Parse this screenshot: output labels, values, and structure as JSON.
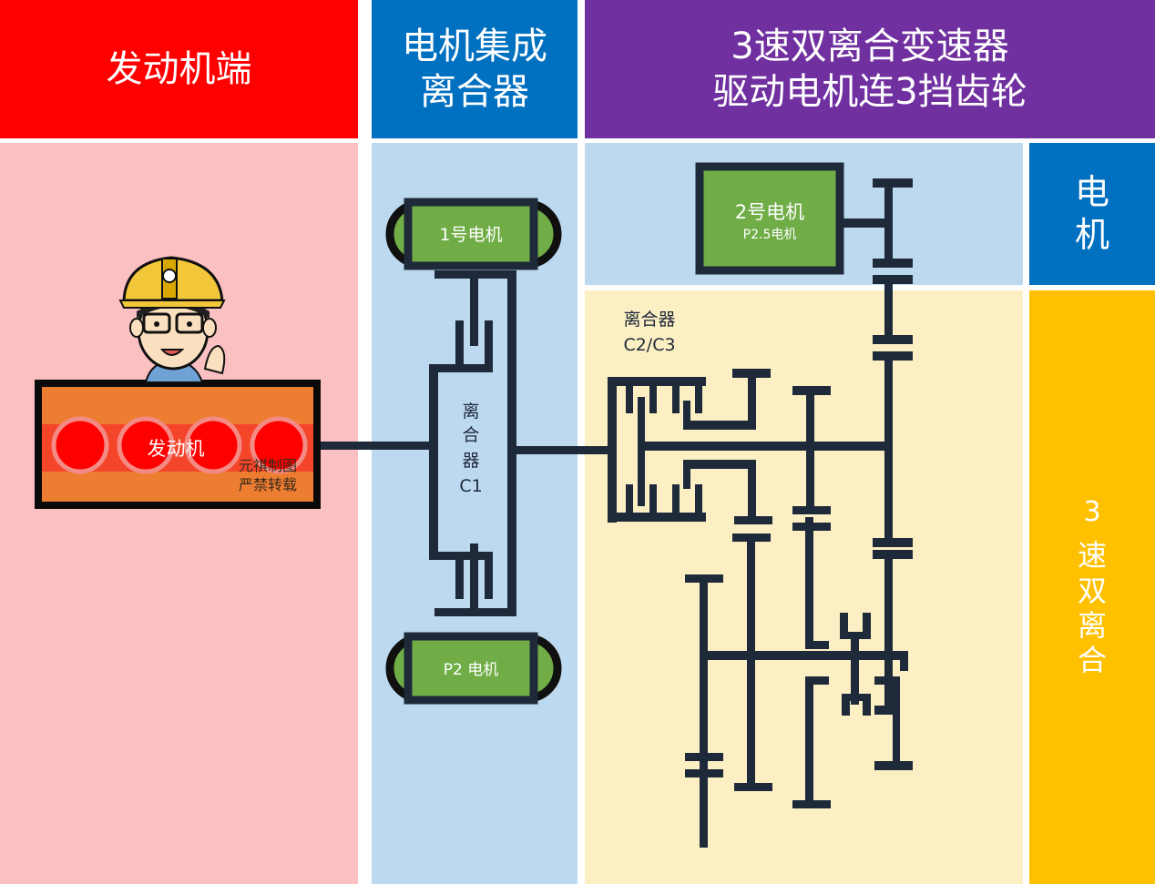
{
  "colors": {
    "engine_header": "#fe0000",
    "engine_panel": "#fbc0c2",
    "motor_header": "#0070c0",
    "motor_panel": "#bdd9ef",
    "gearbox_header": "#7030a0",
    "gearbox_panel": "#fcefc3",
    "side_motor": "#0070c0",
    "side_dct": "#ffc000",
    "line": "#1e2a3a",
    "motor_fill": "#70ad47",
    "engine_fill": "#ed7d31",
    "cylinder": "#ff0000"
  },
  "headers": {
    "engine_end": "发动机端",
    "motor_clutch": [
      "电机集成",
      "离合器"
    ],
    "gearbox": [
      "3速双离合变速器",
      "驱动电机连3挡齿轮"
    ]
  },
  "side_labels": {
    "motor": [
      "电",
      "机"
    ],
    "dct": [
      "3",
      "速",
      "双",
      "离",
      "合"
    ]
  },
  "engine": {
    "label": "发动机",
    "watermark": [
      "元祺制图",
      "严禁转载"
    ],
    "mascot": "engineer-mascot"
  },
  "motors": {
    "motor1": "1号电机",
    "p2": "P2 电机",
    "motor2_title": "2号电机",
    "motor2_sub": "P2.5电机"
  },
  "clutches": {
    "c1": [
      "离",
      "合",
      "器",
      "C1"
    ],
    "c2c3": [
      "离合器",
      "C2/C3"
    ]
  }
}
